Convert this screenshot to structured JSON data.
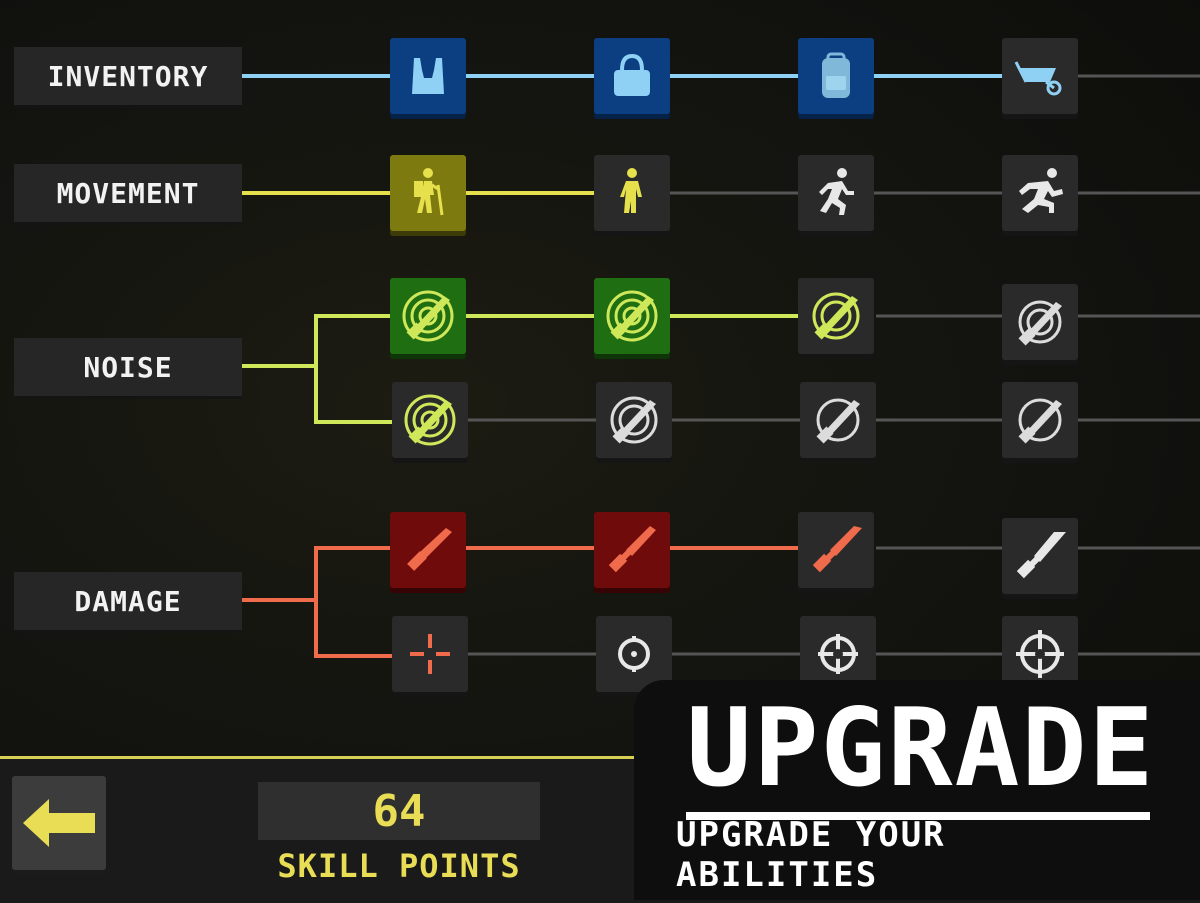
{
  "categories": {
    "inventory": "INVENTORY",
    "movement": "MOVEMENT",
    "noise": "NOISE",
    "damage": "DAMAGE"
  },
  "skill_points": {
    "value": "64",
    "label": "SKILL POINTS"
  },
  "promo": {
    "title": "UPGRADE",
    "subtitle": "UPGRADE YOUR ABILITIES"
  },
  "colors": {
    "inventory": "#8fd0f5",
    "movement": "#e6e04c",
    "noise": "#cfe85a",
    "damage": "#f06a4c",
    "locked": "#5a5a5a",
    "accent": "#e8dd55"
  },
  "icons": {
    "inventory": [
      "plastic-bag-icon",
      "handbag-icon",
      "backpack-icon",
      "wheelbarrow-icon"
    ],
    "movement": [
      "hiker-icon",
      "walker-icon",
      "runner-icon",
      "sprinter-icon"
    ],
    "noise": [
      "silent-knife-icon",
      "silent-knife-icon",
      "silent-knife-icon",
      "silent-knife-icon"
    ],
    "damage": [
      "knife-icon",
      "knife-icon",
      "knife-icon",
      "knife-icon"
    ],
    "accuracy": [
      "crosshair-icon",
      "scope-icon",
      "scope-icon",
      "scope-icon"
    ]
  },
  "upgrade_state": {
    "inventory": [
      true,
      true,
      true,
      false
    ],
    "movement": [
      true,
      false,
      false,
      false
    ],
    "noise_a": [
      true,
      true,
      false,
      false
    ],
    "noise_b": [
      true,
      false,
      false,
      false
    ],
    "damage_a": [
      true,
      true,
      false,
      false
    ],
    "damage_b": [
      false,
      false,
      false,
      false
    ]
  }
}
